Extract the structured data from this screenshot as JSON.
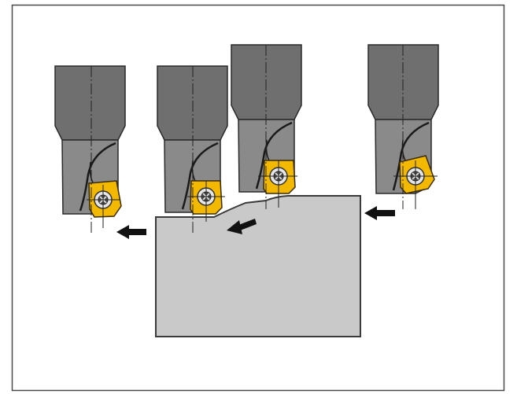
{
  "figure": {
    "frame_color": "#4a4a4a",
    "background": "#ffffff",
    "colors": {
      "holder_dark": "#6f6f6f",
      "holder_shank": "#8a8a8a",
      "holder_outline": "#2a2a2a",
      "workpiece_fill": "#c9c9c9",
      "workpiece_outline": "#3a3a3a",
      "insert_gold": "#f2b900",
      "insert_outline": "#3a2a00",
      "screw": "#555555",
      "arrow": "#111111",
      "center_line": "#222222"
    },
    "tools": [
      {
        "name": "tool-1",
        "insert_shape": "square-rotated-slight"
      },
      {
        "name": "tool-2",
        "insert_shape": "square"
      },
      {
        "name": "tool-3",
        "insert_shape": "square"
      },
      {
        "name": "tool-4",
        "insert_shape": "square-rotated"
      }
    ],
    "arrows": [
      {
        "name": "feed-arrow-1",
        "direction": "left"
      },
      {
        "name": "feed-arrow-2",
        "direction": "down-left"
      },
      {
        "name": "feed-arrow-3",
        "direction": "left"
      }
    ],
    "workpiece": {
      "name": "workpiece-block"
    }
  }
}
